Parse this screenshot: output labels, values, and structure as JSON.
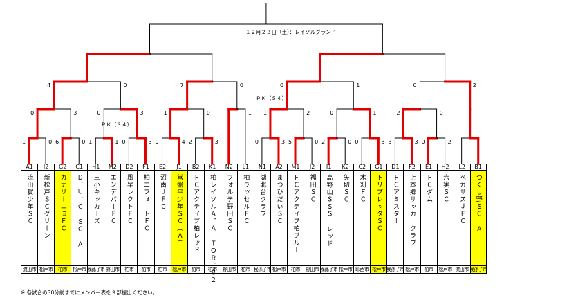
{
  "title": "１２月２３日（土）：レイソルグランド",
  "note": "※ 各試合の30分前までにメンバー表を３部提出ください。",
  "teams": [
    {
      "code": "A1",
      "name": "流山賀少年ＳＣ",
      "city": "流山市",
      "hl": false
    },
    {
      "code": "I2",
      "name": "新松戸ＳＣグリーン",
      "city": "松戸市",
      "hl": false
    },
    {
      "code": "G2",
      "name": "カナリーニョＦＣ",
      "city": "柏市",
      "hl": true
    },
    {
      "code": "C1",
      "name": "Ｄ．Ｕ．Ｃ ＳＣ Ａ",
      "city": "松戸市",
      "hl": false
    },
    {
      "code": "H1",
      "name": "三小キッカーズ",
      "city": "我孫子市",
      "hl": false
    },
    {
      "code": "M2",
      "name": "エンデバーＦＣ",
      "city": "野田市",
      "hl": false
    },
    {
      "code": "D2",
      "name": "風早レクトＦＣ",
      "city": "柏市",
      "hl": false
    },
    {
      "code": "F1",
      "name": "柏エフォートＦＣ",
      "city": "柏市",
      "hl": false
    },
    {
      "code": "E2",
      "name": "沼南ＪＦＣ",
      "city": "柏市",
      "hl": false
    },
    {
      "code": "J1",
      "name": "常盤平少年ＳＣ（Ａ）",
      "city": "松戸市",
      "hl": true
    },
    {
      "code": "B2",
      "name": "ＦＣアクティブ柏レッド",
      "city": "柏市",
      "hl": false
    },
    {
      "code": "K1",
      "name": "柏レイソルＡ．Ａ ＴＯＲ．８２",
      "city": "柏市",
      "hl": false
    },
    {
      "code": "N2",
      "name": "フォルテ野田ＳＣ",
      "city": "野田市",
      "hl": false
    },
    {
      "code": "L1",
      "name": "柏ラッセルＦＣ",
      "city": "柏市",
      "hl": false
    },
    {
      "code": "N1",
      "name": "湖北台クラブ",
      "city": "我孫子市",
      "hl": false
    },
    {
      "code": "A2",
      "name": "まつひだいＳＣ",
      "city": "松戸市",
      "hl": false
    },
    {
      "code": "M1",
      "name": "ＦＣアクティブ柏ブルー",
      "city": "柏市",
      "hl": false
    },
    {
      "code": "J2",
      "name": "福田ＳＣ",
      "city": "野田市",
      "hl": false
    },
    {
      "code": "I1",
      "name": "高野山ＳＳＳ レッド",
      "city": "我孫子市",
      "hl": false
    },
    {
      "code": "K2",
      "name": "矢切ＳＣ",
      "city": "松戸市",
      "hl": false
    },
    {
      "code": "C2",
      "name": "木刈ＦＣ",
      "city": "印西市",
      "hl": false
    },
    {
      "code": "G1",
      "name": "トリプレッタＳＣ",
      "city": "松戸市",
      "hl": true
    },
    {
      "code": "D1",
      "name": "ＦＣアミスター",
      "city": "我孫子市",
      "hl": false
    },
    {
      "code": "F2",
      "name": "上本郷サッカークラブ",
      "city": "松戸市",
      "hl": false
    },
    {
      "code": "E1",
      "name": "ＦＣダム",
      "city": "柏市",
      "hl": false
    },
    {
      "code": "H2",
      "name": "六実ＳＣ",
      "city": "松戸市",
      "hl": false
    },
    {
      "code": "L2",
      "name": "ペガサスＪＦＣ",
      "city": "流山市",
      "hl": false
    },
    {
      "code": "B1",
      "name": "つくし野ＳＣ Ａ",
      "city": "我孫子市",
      "hl": true
    },
    {
      "code": "",
      "name": "",
      "city": "",
      "hl": false
    },
    {
      "code": "",
      "name": "",
      "city": "",
      "hl": false
    },
    {
      "code": "",
      "name": "",
      "city": "",
      "hl": false
    },
    {
      "code": "",
      "name": "",
      "city": "",
      "hl": false
    }
  ],
  "round1_scores": [
    "1",
    "0",
    "6",
    "0",
    "1",
    "1",
    "0",
    "3",
    "0",
    "4",
    "2",
    "3",
    "",
    "",
    "0",
    "3",
    "5",
    "0",
    "2",
    "0",
    "0",
    "3",
    "3",
    "3",
    "0",
    "2",
    "",
    ""
  ],
  "round2_scores": [
    "0",
    "3",
    "0",
    "3",
    "1",
    "0",
    "",
    "1",
    "1",
    "2",
    "0",
    "1",
    "2",
    "0",
    "",
    ""
  ],
  "round3_scores": [
    "4",
    "0",
    "7",
    "0",
    "0",
    "1",
    "0",
    "2"
  ],
  "pk": [
    {
      "label": "ＰＫ（３４）"
    },
    {
      "label": "ＰＫ（５４）"
    }
  ],
  "colors": {
    "win": "#e00000",
    "line": "#000000",
    "highlight": "#ffff00"
  }
}
